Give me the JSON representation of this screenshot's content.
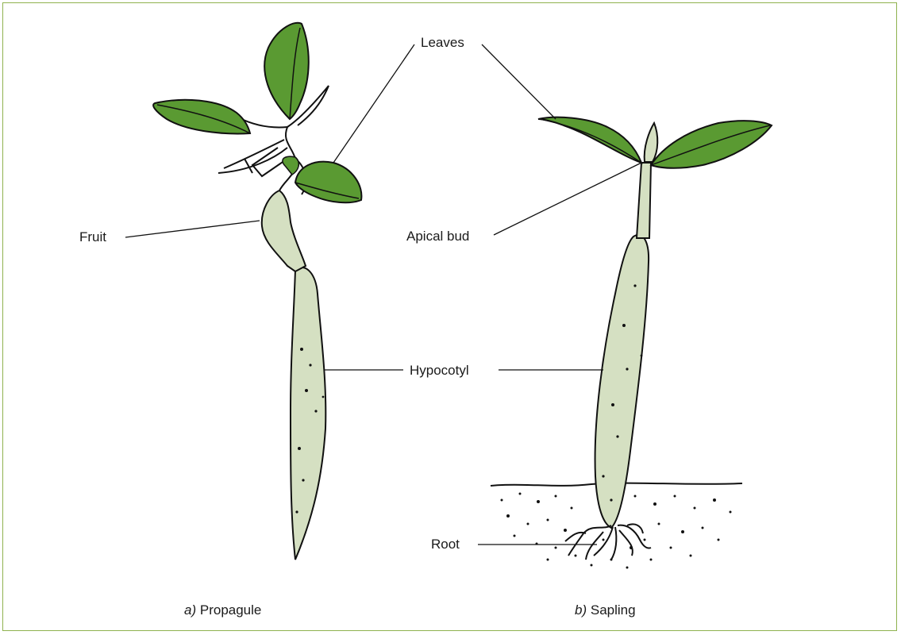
{
  "labels": {
    "leaves": "Leaves",
    "fruit": "Fruit",
    "apical_bud": "Apical bud",
    "hypocotyl": "Hypocotyl",
    "root": "Root"
  },
  "captions": {
    "propagule_letter": "a)",
    "propagule": "Propagule",
    "sapling_letter": "b)",
    "sapling": "Sapling"
  },
  "colors": {
    "border": "#8fb24f",
    "leaf": "#5a9a32",
    "stem": "#d5e0c2",
    "outline": "#111111"
  }
}
